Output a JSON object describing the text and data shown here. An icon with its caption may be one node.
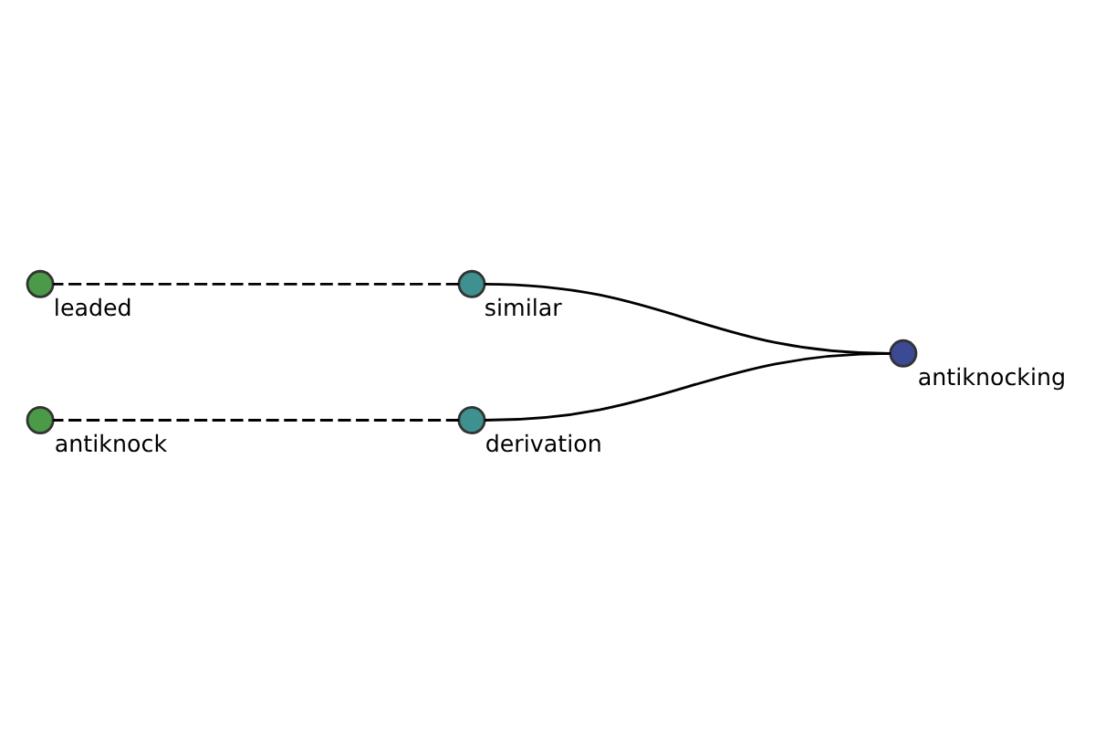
{
  "diagram": {
    "nodes": [
      {
        "text": [
          "antiknocking"
        ]
      },
      {
        "text": [
          "similar"
        ]
      },
      {
        "text": [
          "derivation"
        ]
      },
      {
        "text": [
          "leaded"
        ]
      },
      {
        "text": [
          "antiknock"
        ]
      }
    ],
    "edges": [
      {
        "from": 0,
        "to": 1,
        "arrow": "none"
      },
      {
        "from": 0,
        "to": 2,
        "arrow": "none"
      },
      {
        "from": 1,
        "to": 3,
        "arrow": "none",
        "style": "dashed"
      },
      {
        "from": 2,
        "to": 4,
        "arrow": "none",
        "style": "dashed"
      }
    ]
  }
}
